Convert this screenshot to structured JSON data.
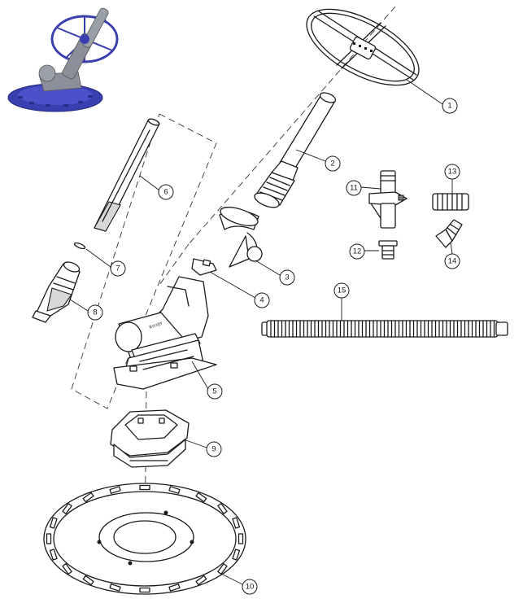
{
  "colors": {
    "photo_blue": "#3a3fb0",
    "photo_grey": "#8a8f99",
    "line": "#1a1a1a"
  },
  "brand_text": "Kreepy",
  "callouts": [
    {
      "id": "1",
      "part": "wheel-deflector"
    },
    {
      "id": "2",
      "part": "swivel-hose-connector"
    },
    {
      "id": "3",
      "part": "cone-weight-clamp"
    },
    {
      "id": "4",
      "part": "swivel-ring"
    },
    {
      "id": "5",
      "part": "cleaner-head-body"
    },
    {
      "id": "6",
      "part": "extension-tube"
    },
    {
      "id": "7",
      "part": "o-ring"
    },
    {
      "id": "8",
      "part": "hose-cone"
    },
    {
      "id": "9",
      "part": "foot-pad-ring"
    },
    {
      "id": "10",
      "part": "disc"
    },
    {
      "id": "11",
      "part": "flow-regulator-valve"
    },
    {
      "id": "12",
      "part": "hose-adaptor"
    },
    {
      "id": "13",
      "part": "hose-coupling"
    },
    {
      "id": "14",
      "part": "elbow-45-degree"
    },
    {
      "id": "15",
      "part": "hose-section"
    }
  ]
}
